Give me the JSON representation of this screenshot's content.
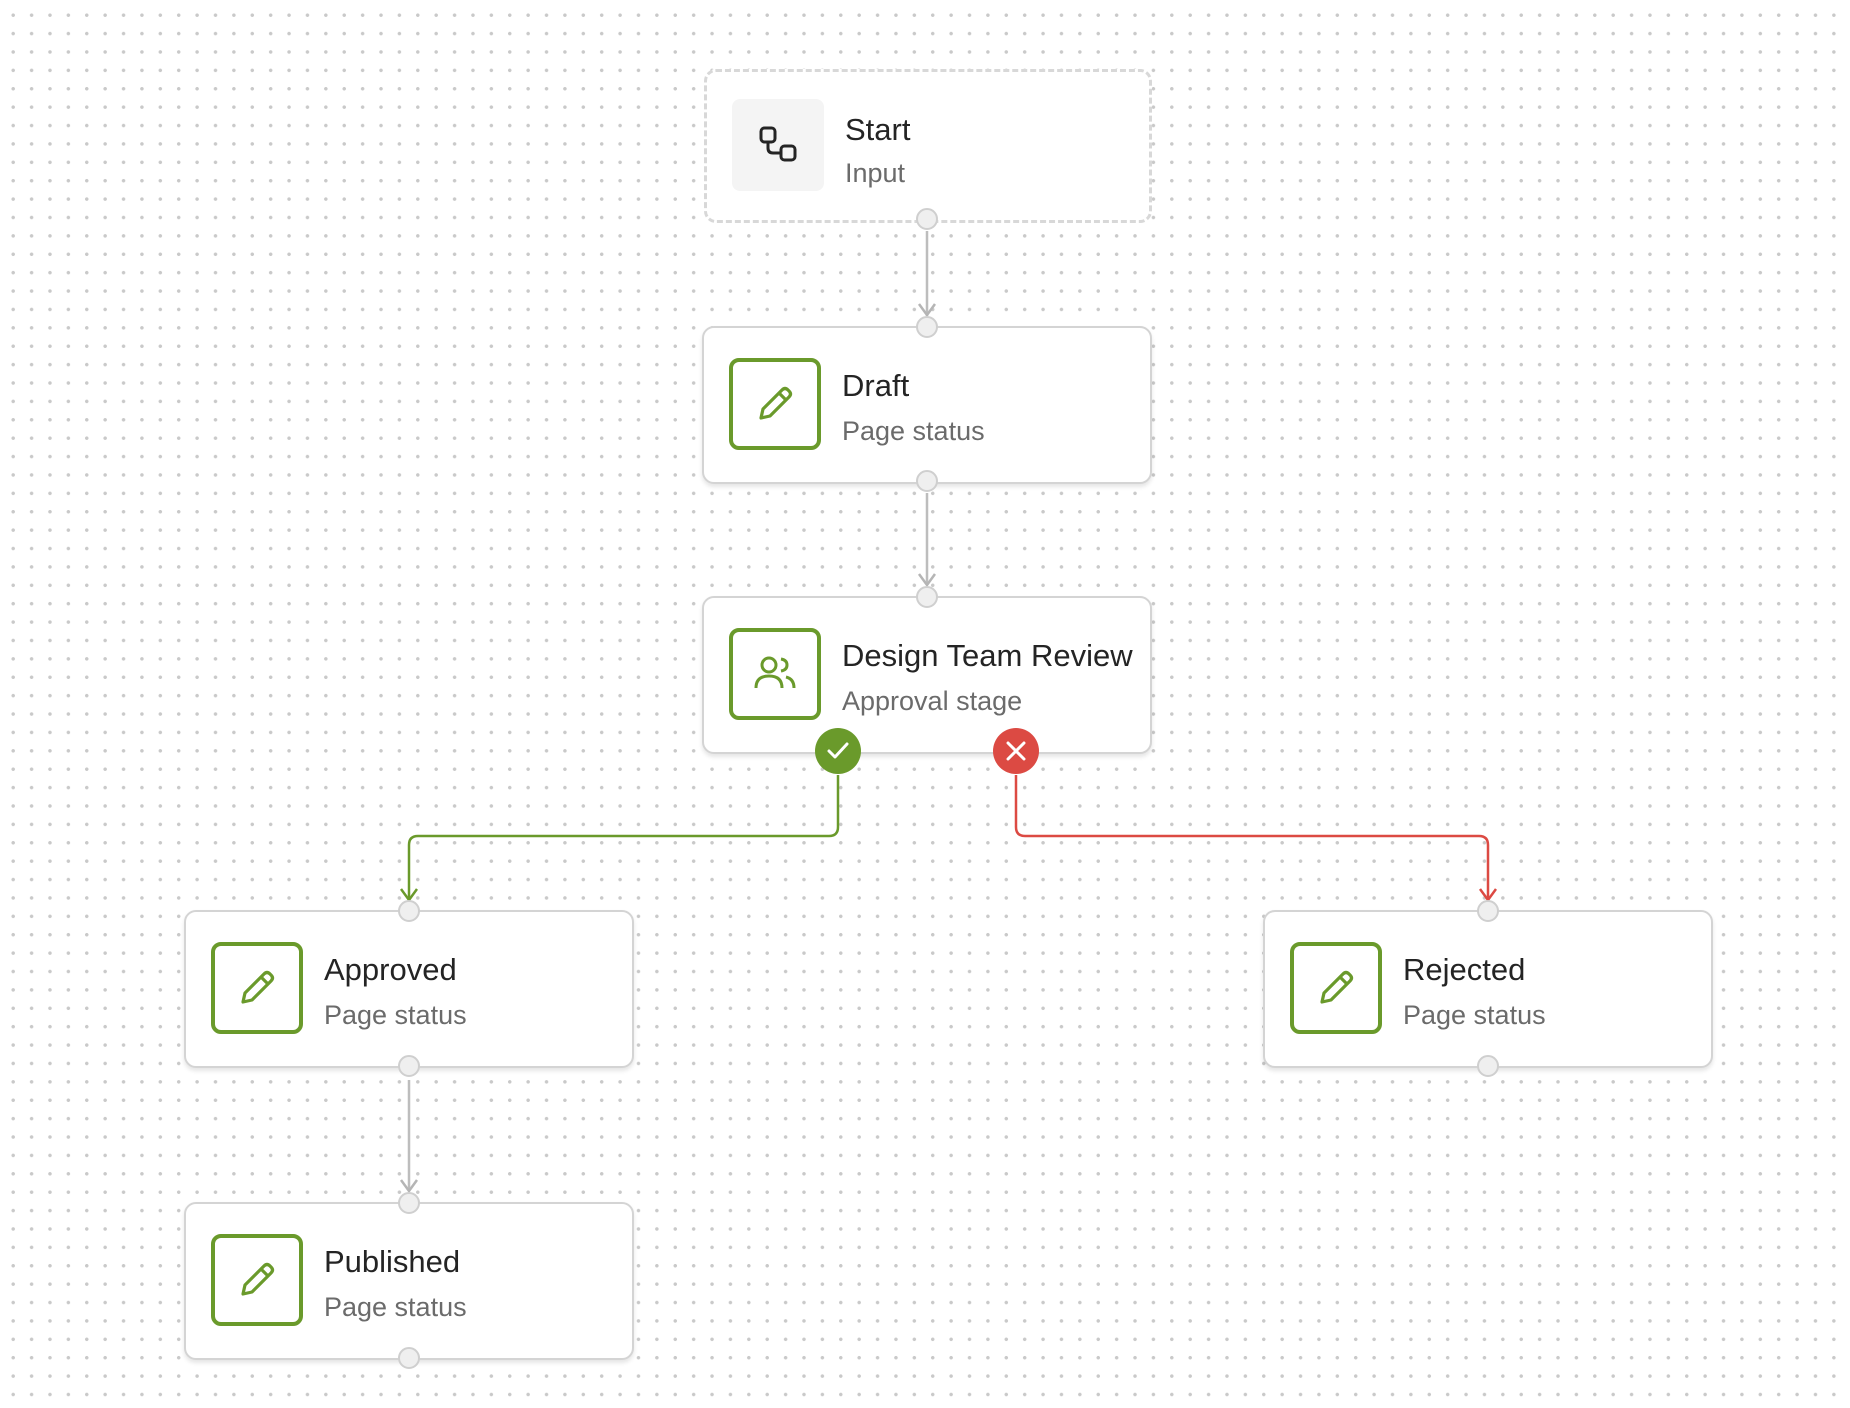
{
  "colors": {
    "approve": "#6a9a2b",
    "reject": "#dc4a43",
    "edge": "#b9b9b9",
    "icon_accent": "#6a9a2b"
  },
  "nodes": {
    "start": {
      "title": "Start",
      "subtitle": "Input",
      "icon": "flow-icon"
    },
    "draft": {
      "title": "Draft",
      "subtitle": "Page status",
      "icon": "pencil-icon"
    },
    "review": {
      "title": "Design Team Review",
      "subtitle": "Approval stage",
      "icon": "people-icon"
    },
    "approved": {
      "title": "Approved",
      "subtitle": "Page status",
      "icon": "pencil-icon"
    },
    "rejected": {
      "title": "Rejected",
      "subtitle": "Page status",
      "icon": "pencil-icon"
    },
    "published": {
      "title": "Published",
      "subtitle": "Page status",
      "icon": "pencil-icon"
    }
  },
  "outcomes": {
    "approve": {
      "icon": "check-icon"
    },
    "reject": {
      "icon": "close-icon"
    }
  },
  "edges": [
    {
      "from": "start",
      "to": "draft"
    },
    {
      "from": "draft",
      "to": "review"
    },
    {
      "from": "review",
      "to": "approved",
      "outcome": "approve"
    },
    {
      "from": "review",
      "to": "rejected",
      "outcome": "reject"
    },
    {
      "from": "approved",
      "to": "published"
    }
  ]
}
